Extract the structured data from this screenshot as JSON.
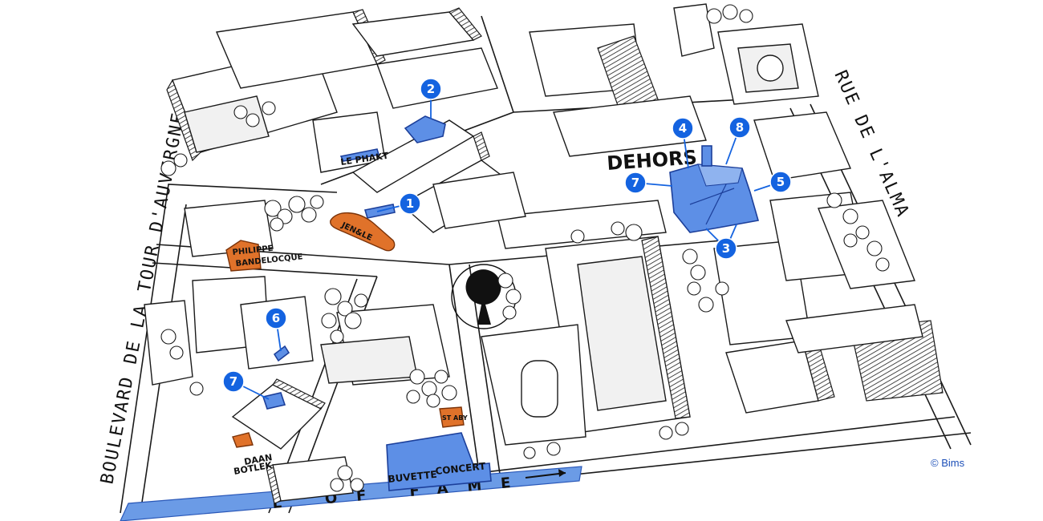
{
  "streets": {
    "boulevard": "BOULEVARD DE LA TOUR D'AUVERGNE",
    "rue_alma": "RUE DE L'ALMA",
    "fame": "L OF FAME"
  },
  "labels": {
    "dehors": "DEHORS",
    "le_phakt": "LE PHAKT",
    "philippe": "PHILIPPE",
    "bandelocque": "BANDELOCQUE",
    "jenaile": "JEN&LE",
    "daan": "DAAN",
    "botlek": "BOTLEK",
    "buvette": "BUVETTE",
    "concert": "CONCERT",
    "st_aby": "ST ABY"
  },
  "markers": [
    "1",
    "2",
    "3",
    "4",
    "5",
    "6",
    "7",
    "7",
    "8"
  ],
  "credit": "© Bims",
  "colors": {
    "blue": "#5d8fe6",
    "pin": "#1463e0",
    "orange": "#e0722a"
  }
}
